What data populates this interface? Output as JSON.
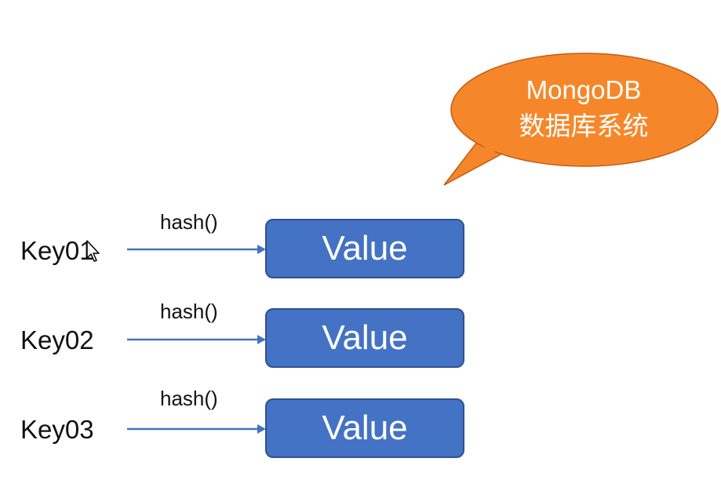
{
  "callout": {
    "line1": "MongoDB",
    "line2": "数据库系统",
    "fill_color": "#f5872a",
    "stroke_color": "#c55a11"
  },
  "rows": [
    {
      "key": "Key01",
      "function": "hash()",
      "value": "Value"
    },
    {
      "key": "Key02",
      "function": "hash()",
      "value": "Value"
    },
    {
      "key": "Key03",
      "function": "hash()",
      "value": "Value"
    }
  ],
  "colors": {
    "value_box": "#4472c4",
    "arrow": "#4472c4"
  },
  "icons": {
    "cursor": "mouse-pointer-icon"
  }
}
